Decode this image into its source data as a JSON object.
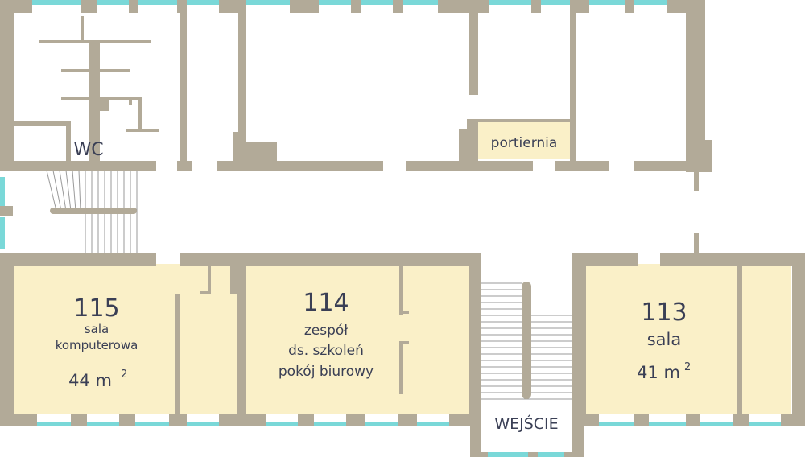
{
  "colors": {
    "wall": "#b2aa98",
    "room_fill": "#faf0c8",
    "window": "#7ad8d8",
    "stair_line": "#9a9a9a",
    "text": "#3a3f55",
    "background": "#ffffff"
  },
  "labels": {
    "wc": "WC",
    "portiernia": "portiernia",
    "entrance": "WEJŚCIE"
  },
  "rooms": {
    "r115": {
      "number": "115",
      "line1": "sala",
      "line2": "komputerowa",
      "area": "44 m",
      "area_sup": "2"
    },
    "r114": {
      "number": "114",
      "line1": "zespół",
      "line2": "ds. szkoleń",
      "line3": "pokój biurowy"
    },
    "r113": {
      "number": "113",
      "line1": "sala",
      "area": "41 m",
      "area_sup": "2"
    }
  }
}
